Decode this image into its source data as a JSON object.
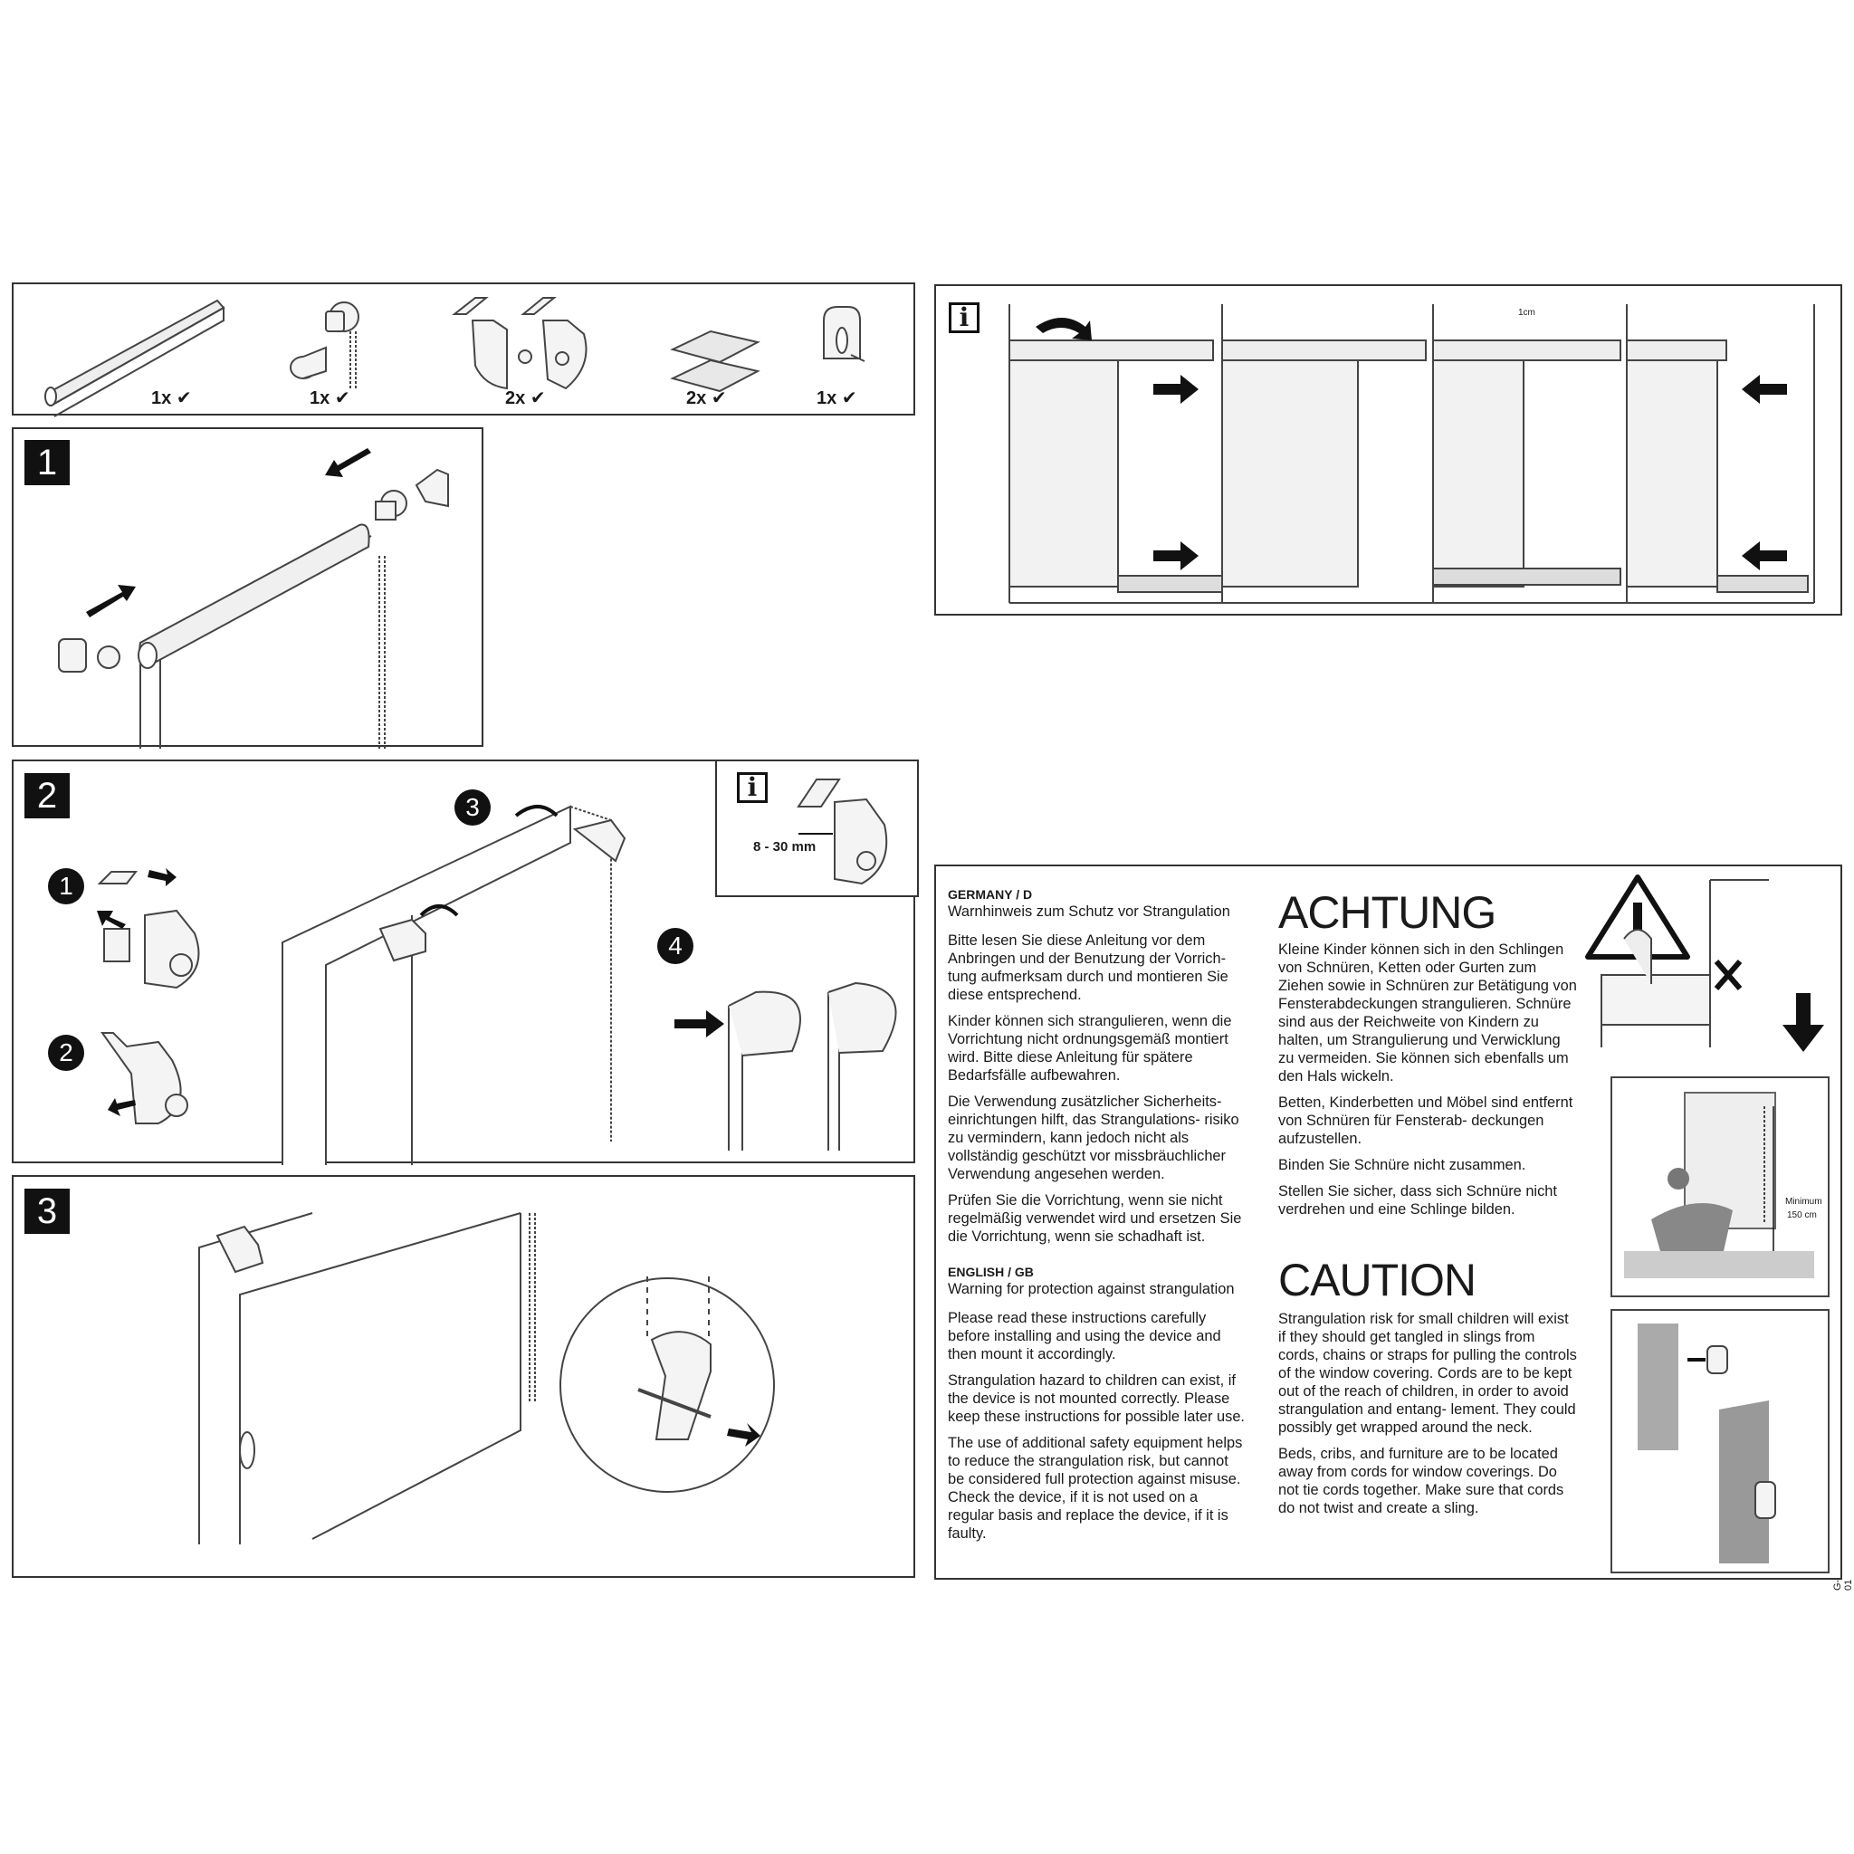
{
  "parts": {
    "items": [
      {
        "name": "roller tube",
        "qty": "1x"
      },
      {
        "name": "chain control end",
        "qty": "1x"
      },
      {
        "name": "brackets",
        "qty": "2x"
      },
      {
        "name": "adhesive pads",
        "qty": "2x"
      },
      {
        "name": "cord tensioner",
        "qty": "1x"
      }
    ],
    "check": "✔"
  },
  "steps": {
    "s1": "1",
    "s2": "2",
    "s3": "3"
  },
  "step2": {
    "sub1": "1",
    "sub2": "2",
    "sub3": "3",
    "sub4": "4",
    "info_icon": "i",
    "range": "8 - 30 mm"
  },
  "trim": {
    "info_icon": "i",
    "measure": "1cm"
  },
  "warning": {
    "german": {
      "country": "GERMANY / D",
      "subtitle": "Warnhinweis zum Schutz vor Strangulation",
      "paragraphs": [
        "Bitte lesen Sie diese Anleitung vor dem Anbringen und der Benutzung der Vorrich- tung aufmerksam durch und montieren Sie diese entsprechend.",
        "Kinder können sich strangulieren, wenn die Vorrichtung nicht ordnungsgemäß montiert wird. Bitte diese Anleitung für spätere Bedarfsfälle aufbewahren.",
        "Die Verwendung zusätzlicher Sicherheits- einrichtungen hilft, das Strangulations- risiko zu vermindern, kann jedoch nicht als vollständig geschützt vor missbräuchlicher Verwendung angesehen werden.",
        "Prüfen Sie die Vorrichtung, wenn sie nicht regelmäßig verwendet wird und ersetzen Sie die Vorrichtung, wenn sie schadhaft ist."
      ]
    },
    "english": {
      "country": "ENGLISH / GB",
      "subtitle": "Warning for protection against strangulation",
      "paragraphs": [
        "Please read these instructions carefully before installing and using the device and then mount it accordingly.",
        "Strangulation hazard to children can exist, if the device is not mounted correctly. Please keep these instructions for possible later use.",
        "The use of additional safety equipment helps to reduce the strangulation risk, but cannot be considered full protection against misuse. Check the device, if it is not used on a regular basis and replace the device, if it is faulty."
      ]
    },
    "achtung": {
      "heading": "ACHTUNG",
      "paragraphs": [
        "Kleine Kinder können sich in den Schlingen von Schnüren, Ketten oder Gurten zum Ziehen sowie in Schnüren zur Betätigung von Fensterabdeckungen strangulieren. Schnüre sind aus der Reichweite von Kindern zu halten, um Strangulierung und Verwicklung zu vermeiden. Sie können sich ebenfalls um den Hals wickeln.",
        "Betten, Kinderbetten und Möbel sind entfernt von Schnüren für Fensterab- deckungen aufzustellen.",
        "Binden Sie Schnüre nicht zusammen.",
        "Stellen Sie sicher, dass sich Schnüre nicht verdrehen und eine Schlinge bilden."
      ]
    },
    "caution": {
      "heading": "CAUTION",
      "paragraphs": [
        "Strangulation risk for small children will exist if they should get tangled in slings from cords, chains or straps for pulling the controls of the window covering. Cords are to be kept out of the reach of children, in order to avoid strangulation and entang- lement. They could possibly get wrapped around the neck.",
        "Beds, cribs, and furniture are to be located away from cords for window coverings. Do not tie cords together. Make sure that cords do not twist and create a sling."
      ]
    },
    "minimum_label": "Minimum",
    "minimum_value": "150 cm",
    "code": "G-01"
  }
}
